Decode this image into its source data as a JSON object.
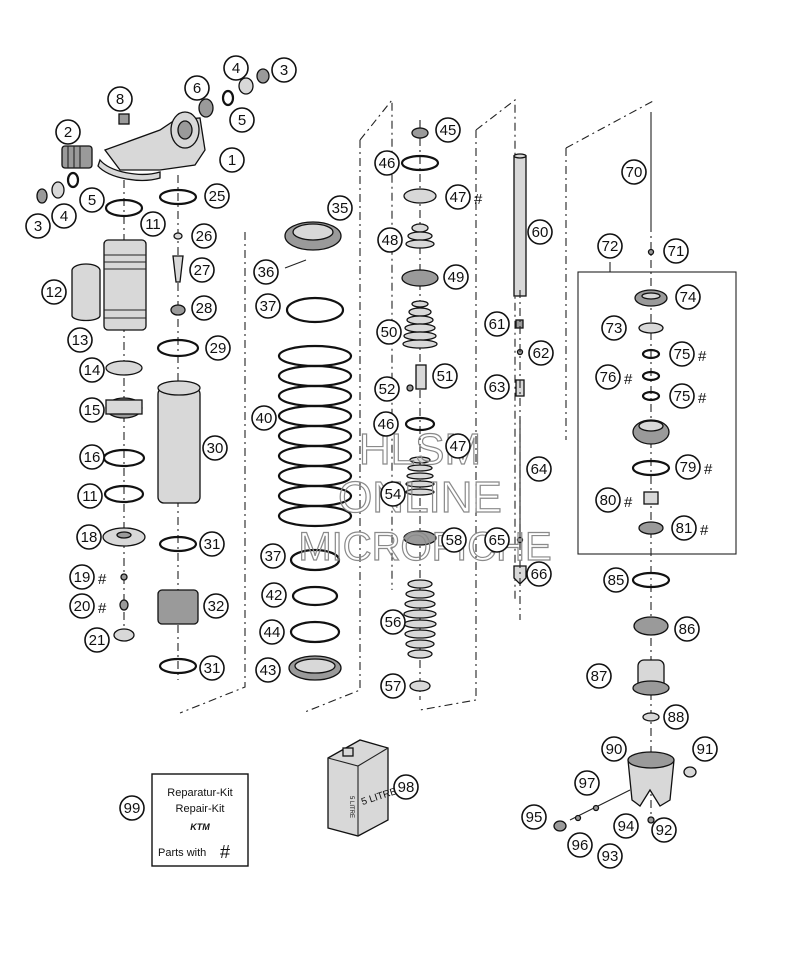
{
  "callouts": [
    {
      "n": "1"
    },
    {
      "n": "2"
    },
    {
      "n": "3"
    },
    {
      "n": "3"
    },
    {
      "n": "4"
    },
    {
      "n": "4"
    },
    {
      "n": "5"
    },
    {
      "n": "5"
    },
    {
      "n": "6"
    },
    {
      "n": "8"
    },
    {
      "n": "11"
    },
    {
      "n": "11"
    },
    {
      "n": "12"
    },
    {
      "n": "13"
    },
    {
      "n": "14"
    },
    {
      "n": "15"
    },
    {
      "n": "16"
    },
    {
      "n": "18"
    },
    {
      "n": "19",
      "hash": true
    },
    {
      "n": "20",
      "hash": true
    },
    {
      "n": "21"
    },
    {
      "n": "25"
    },
    {
      "n": "26"
    },
    {
      "n": "27"
    },
    {
      "n": "28"
    },
    {
      "n": "29"
    },
    {
      "n": "30"
    },
    {
      "n": "31"
    },
    {
      "n": "31"
    },
    {
      "n": "32"
    },
    {
      "n": "35"
    },
    {
      "n": "36"
    },
    {
      "n": "37"
    },
    {
      "n": "37"
    },
    {
      "n": "40"
    },
    {
      "n": "42"
    },
    {
      "n": "43"
    },
    {
      "n": "44"
    },
    {
      "n": "45"
    },
    {
      "n": "46"
    },
    {
      "n": "46"
    },
    {
      "n": "47",
      "hash": true
    },
    {
      "n": "47"
    },
    {
      "n": "48"
    },
    {
      "n": "49"
    },
    {
      "n": "50"
    },
    {
      "n": "51"
    },
    {
      "n": "52"
    },
    {
      "n": "54"
    },
    {
      "n": "56"
    },
    {
      "n": "57"
    },
    {
      "n": "58"
    },
    {
      "n": "60"
    },
    {
      "n": "61"
    },
    {
      "n": "62"
    },
    {
      "n": "63"
    },
    {
      "n": "64"
    },
    {
      "n": "65"
    },
    {
      "n": "66"
    },
    {
      "n": "70"
    },
    {
      "n": "71"
    },
    {
      "n": "72"
    },
    {
      "n": "73"
    },
    {
      "n": "74"
    },
    {
      "n": "75",
      "hash": true
    },
    {
      "n": "75",
      "hash": true
    },
    {
      "n": "76",
      "hash": true
    },
    {
      "n": "79",
      "hash": true
    },
    {
      "n": "80",
      "hash": true
    },
    {
      "n": "81",
      "hash": true
    },
    {
      "n": "85"
    },
    {
      "n": "86"
    },
    {
      "n": "87"
    },
    {
      "n": "88"
    },
    {
      "n": "90"
    },
    {
      "n": "91"
    },
    {
      "n": "92"
    },
    {
      "n": "93"
    },
    {
      "n": "94"
    },
    {
      "n": "95"
    },
    {
      "n": "96"
    },
    {
      "n": "97"
    },
    {
      "n": "98"
    },
    {
      "n": "99"
    }
  ],
  "kit_box": {
    "line1": "Reparatur-Kit",
    "line2": "Repair-Kit",
    "brand": "KTM",
    "line3": "Parts with",
    "symbol": "#"
  },
  "oil_can": {
    "label": "5 LITRE",
    "side_label": "5 LITRE"
  },
  "watermark": {
    "line1": "HLSM",
    "line2": "ONLINE",
    "line3": "MICROFICHE"
  },
  "hash_symbol": "#"
}
